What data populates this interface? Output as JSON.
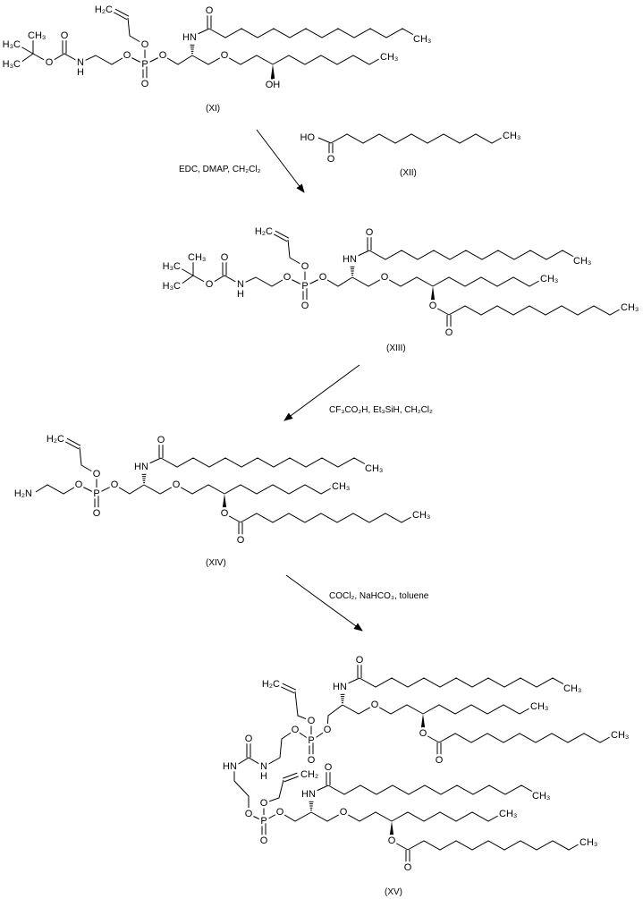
{
  "compounds": {
    "XI": "(XI)",
    "XII": "(XII)",
    "XIII": "(XIII)",
    "XIV": "(XIV)",
    "XV": "(XV)"
  },
  "reagents": {
    "step1": "EDC, DMAP, CH₂Cl₂",
    "step2": "CF₃CO₂H, Et₃SiH, CH₂Cl₂",
    "step3": "COCl₂, NaHCO₃, toluene"
  },
  "atoms": {
    "O": "O",
    "P": "P",
    "N": "N",
    "H": "H",
    "HN": "HN",
    "OH": "OH",
    "HO": "HO",
    "CH3": "CH₃",
    "H3C": "H₃C",
    "H2C": "H₂C",
    "CH2": "CH₂",
    "H2N": "H₂N"
  }
}
